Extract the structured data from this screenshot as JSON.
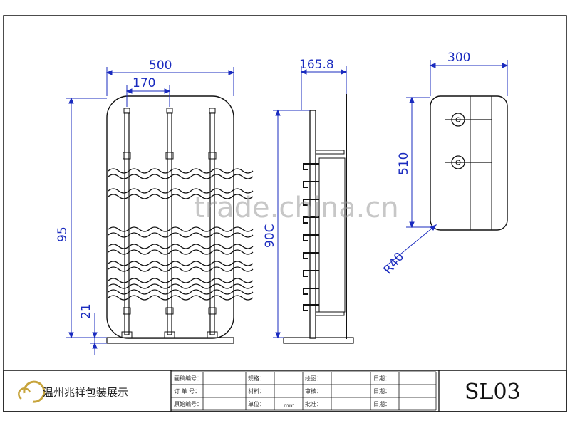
{
  "dimensions": {
    "front_width": "500",
    "front_spacing": "170",
    "front_height": "95",
    "front_bottom": "21",
    "side_depth": "165.8",
    "side_height": "90C",
    "back_width": "300",
    "back_height": "510",
    "corner_radius": "R40"
  },
  "watermark": "trade.china.cn",
  "title_block": {
    "company": "温州兆祥包装展示",
    "code": "SL03",
    "unit": "mm",
    "labels": [
      "画稿编号",
      "规格",
      "绘图",
      "日期",
      "订单号",
      "材料",
      "审核",
      "日期",
      "原始编号",
      "单位",
      "批准",
      "日期"
    ],
    "label_rows": [
      [
        "画稿编号：",
        "规格：",
        "绘图：",
        "日期："
      ],
      [
        "订 单 号：",
        "材料：",
        "审核：",
        "日期："
      ],
      [
        "原始编号：",
        "单位：",
        "批准：",
        "日期："
      ]
    ]
  },
  "colors": {
    "dimension": "#1a2bbf",
    "line": "#111111"
  }
}
